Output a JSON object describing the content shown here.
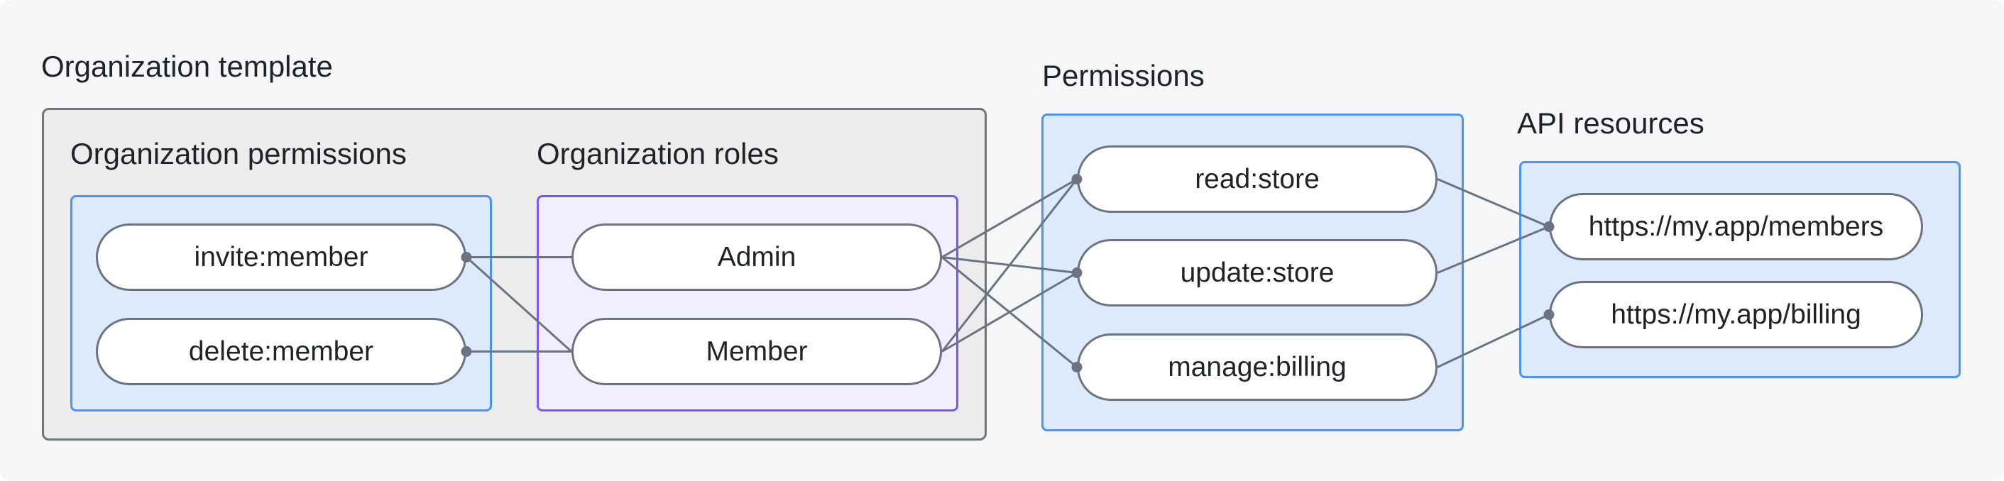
{
  "diagram": {
    "title": "Organization template",
    "org_template": {
      "permissions": {
        "label": "Organization permissions",
        "items": [
          {
            "id": "invite-member",
            "label": "invite:member"
          },
          {
            "id": "delete-member",
            "label": "delete:member"
          }
        ]
      },
      "roles": {
        "label": "Organization roles",
        "items": [
          {
            "id": "admin",
            "label": "Admin"
          },
          {
            "id": "member",
            "label": "Member"
          }
        ]
      }
    },
    "permissions": {
      "label": "Permissions",
      "items": [
        {
          "id": "read-store",
          "label": "read:store"
        },
        {
          "id": "update-store",
          "label": "update:store"
        },
        {
          "id": "manage-billing",
          "label": "manage:billing"
        }
      ]
    },
    "api_resources": {
      "label": "API resources",
      "items": [
        {
          "id": "api-members",
          "label": "https://my.app/members"
        },
        {
          "id": "api-billing",
          "label": "https://my.app/billing"
        }
      ]
    },
    "edges": [
      {
        "from": "invite-member",
        "to": "admin"
      },
      {
        "from": "invite-member",
        "to": "member"
      },
      {
        "from": "delete-member",
        "to": "member"
      },
      {
        "from": "admin",
        "to": "read-store"
      },
      {
        "from": "admin",
        "to": "update-store"
      },
      {
        "from": "admin",
        "to": "manage-billing"
      },
      {
        "from": "member",
        "to": "read-store"
      },
      {
        "from": "member",
        "to": "update-store"
      },
      {
        "from": "read-store",
        "to": "api-members"
      },
      {
        "from": "update-store",
        "to": "api-members"
      },
      {
        "from": "manage-billing",
        "to": "api-billing"
      }
    ],
    "dots": [
      {
        "node": "invite-member",
        "side": "right"
      },
      {
        "node": "delete-member",
        "side": "right"
      },
      {
        "node": "read-store",
        "side": "left"
      },
      {
        "node": "update-store",
        "side": "left"
      },
      {
        "node": "manage-billing",
        "side": "left"
      },
      {
        "node": "api-members",
        "side": "left"
      },
      {
        "node": "api-billing",
        "side": "left"
      }
    ],
    "colors": {
      "canvas_bg": "#f5f6f7",
      "outer_box_bg": "#ececec",
      "outer_box_border": "#6f7478",
      "blue_box_bg": "#dceafb",
      "blue_box_border": "#4b93f7",
      "purple_box_bg": "#f3eefd",
      "purple_box_border": "#7a57f6",
      "pill_border": "#6b7280",
      "connector": "#6b7280",
      "text": "#1f2227"
    }
  }
}
